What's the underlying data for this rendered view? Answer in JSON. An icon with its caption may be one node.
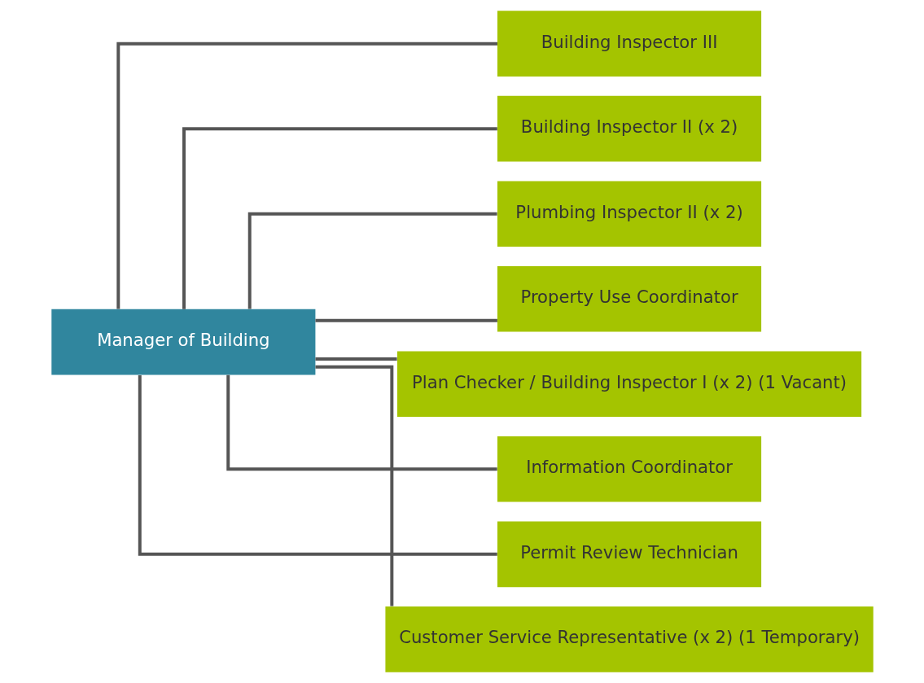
{
  "diagram": {
    "nodes": [
      {
        "text": [
          "Manager of Building"
        ]
      },
      {
        "text": [
          "Building Inspector III"
        ]
      },
      {
        "text": [
          "Building Inspector II (x 2)"
        ]
      },
      {
        "text": [
          "Plumbing Inspector II (x 2)"
        ]
      },
      {
        "text": [
          "Property Use Coordinator"
        ]
      },
      {
        "text": [
          "Plan Checker / Building Inspector I (x 2) (1 Vacant)"
        ]
      },
      {
        "text": [
          "Information Coordinator"
        ]
      },
      {
        "text": [
          "Permit Review Technician"
        ]
      },
      {
        "text": [
          "Customer Service Representative (x 2) (1 Temporary)"
        ]
      }
    ],
    "edges": [
      {
        "from": 0,
        "to": 1,
        "arrow": "none"
      },
      {
        "from": 0,
        "to": 2,
        "arrow": "none"
      },
      {
        "from": 0,
        "to": 3,
        "arrow": "none"
      },
      {
        "from": 0,
        "to": 4,
        "arrow": "none"
      },
      {
        "from": 0,
        "to": 5,
        "arrow": "none"
      },
      {
        "from": 0,
        "to": 6,
        "arrow": "none"
      },
      {
        "from": 0,
        "to": 7,
        "arrow": "none"
      },
      {
        "from": 0,
        "to": 8,
        "arrow": "none"
      }
    ]
  }
}
